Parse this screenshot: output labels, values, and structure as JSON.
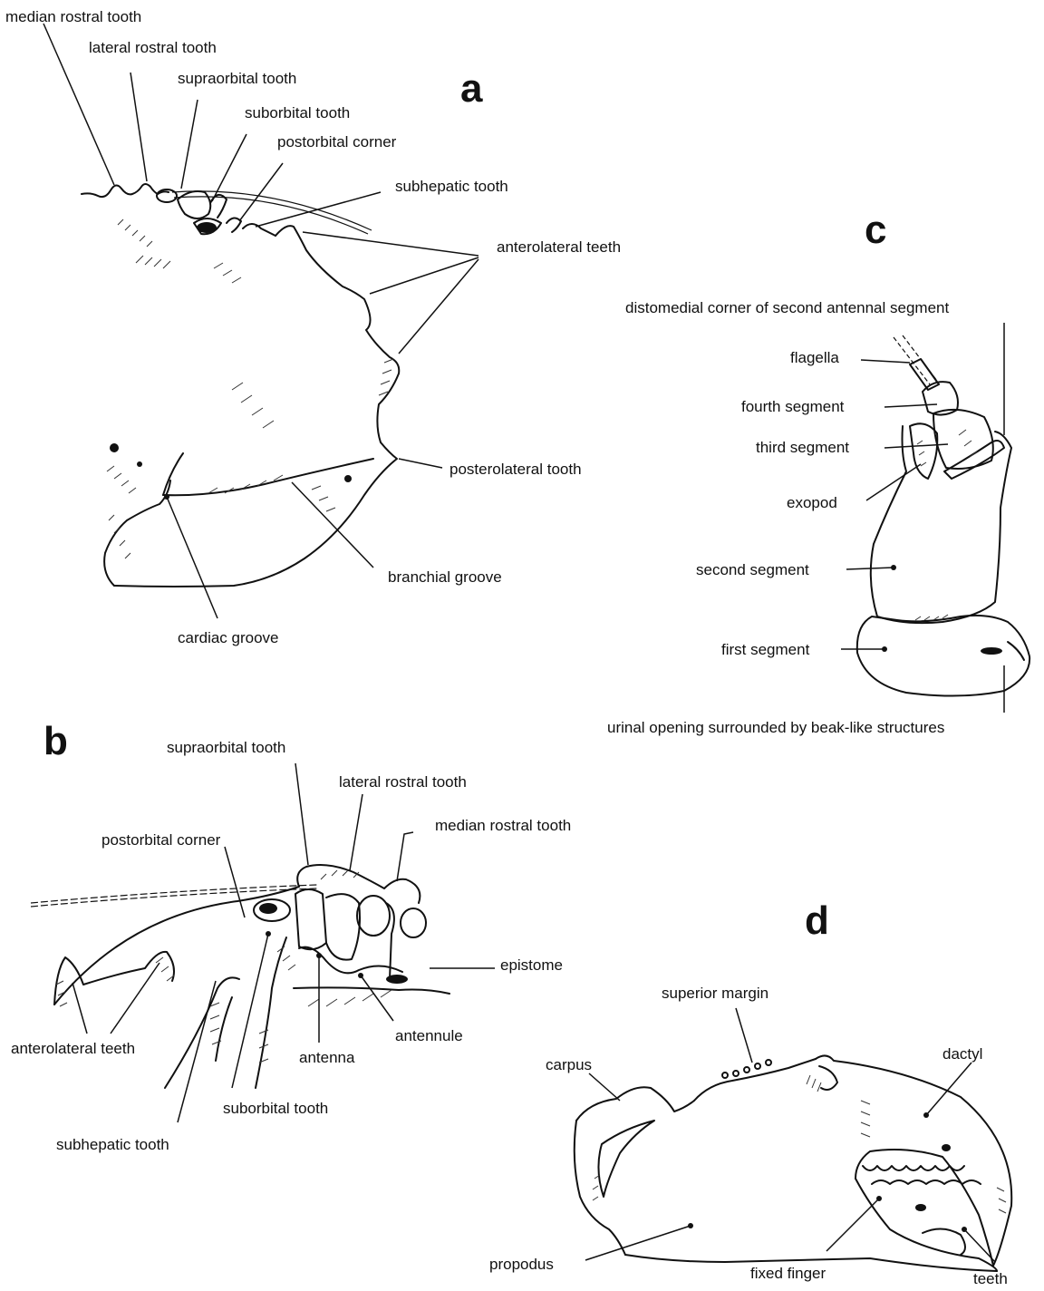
{
  "panels": {
    "a": {
      "letter": "a",
      "labels": {
        "median_rostral_tooth": "median rostral tooth",
        "lateral_rostral_tooth": "lateral rostral tooth",
        "supraorbital_tooth": "supraorbital tooth",
        "suborbital_tooth": "suborbital tooth",
        "postorbital_corner": "postorbital corner",
        "subhepatic_tooth": "subhepatic tooth",
        "anterolateral_teeth": "anterolateral teeth",
        "posterolateral_tooth": "posterolateral tooth",
        "branchial_groove": "branchial groove",
        "cardiac_groove": "cardiac groove"
      }
    },
    "b": {
      "letter": "b",
      "labels": {
        "supraorbital_tooth": "supraorbital tooth",
        "lateral_rostral_tooth": "lateral rostral tooth",
        "median_rostral_tooth": "median rostral tooth",
        "postorbital_corner": "postorbital corner",
        "epistome": "epistome",
        "antennule": "antennule",
        "antenna": "antenna",
        "anterolateral_teeth": "anterolateral teeth",
        "suborbital_tooth": "suborbital tooth",
        "subhepatic_tooth": "subhepatic tooth"
      }
    },
    "c": {
      "letter": "c",
      "labels": {
        "distomedial_corner": "distomedial corner of second antennal segment",
        "flagella": "flagella",
        "fourth_segment": "fourth segment",
        "third_segment": "third segment",
        "exopod": "exopod",
        "second_segment": "second segment",
        "first_segment": "first segment",
        "urinal_opening": "urinal opening surrounded by beak-like structures"
      }
    },
    "d": {
      "letter": "d",
      "labels": {
        "superior_margin": "superior margin",
        "carpus": "carpus",
        "dactyl": "dactyl",
        "propodus": "propodus",
        "fixed_finger": "fixed finger",
        "teeth": "teeth"
      }
    }
  }
}
